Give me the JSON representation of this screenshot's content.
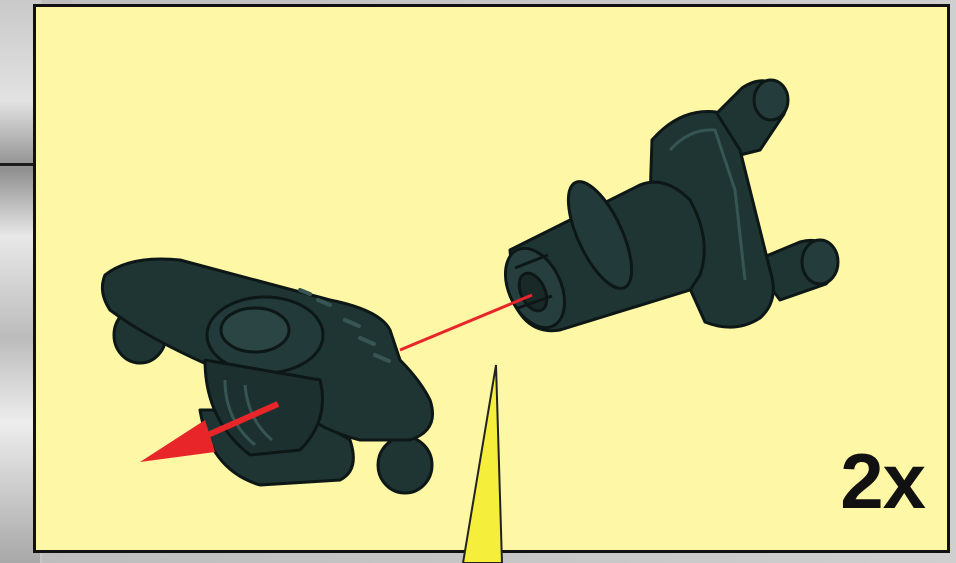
{
  "step": {
    "quantity_label": "2x"
  },
  "colors": {
    "panel_background": "#fdf7a6",
    "panel_border": "#111111",
    "part_color": "#1f3534",
    "arrow_color": "#e8262a",
    "callout_color": "#f5ee3a"
  },
  "parts": [
    {
      "name": "steering-arm-part",
      "icon": "technic-steering-arm"
    },
    {
      "name": "axle-fork-part",
      "icon": "technic-axle-fork"
    }
  ]
}
